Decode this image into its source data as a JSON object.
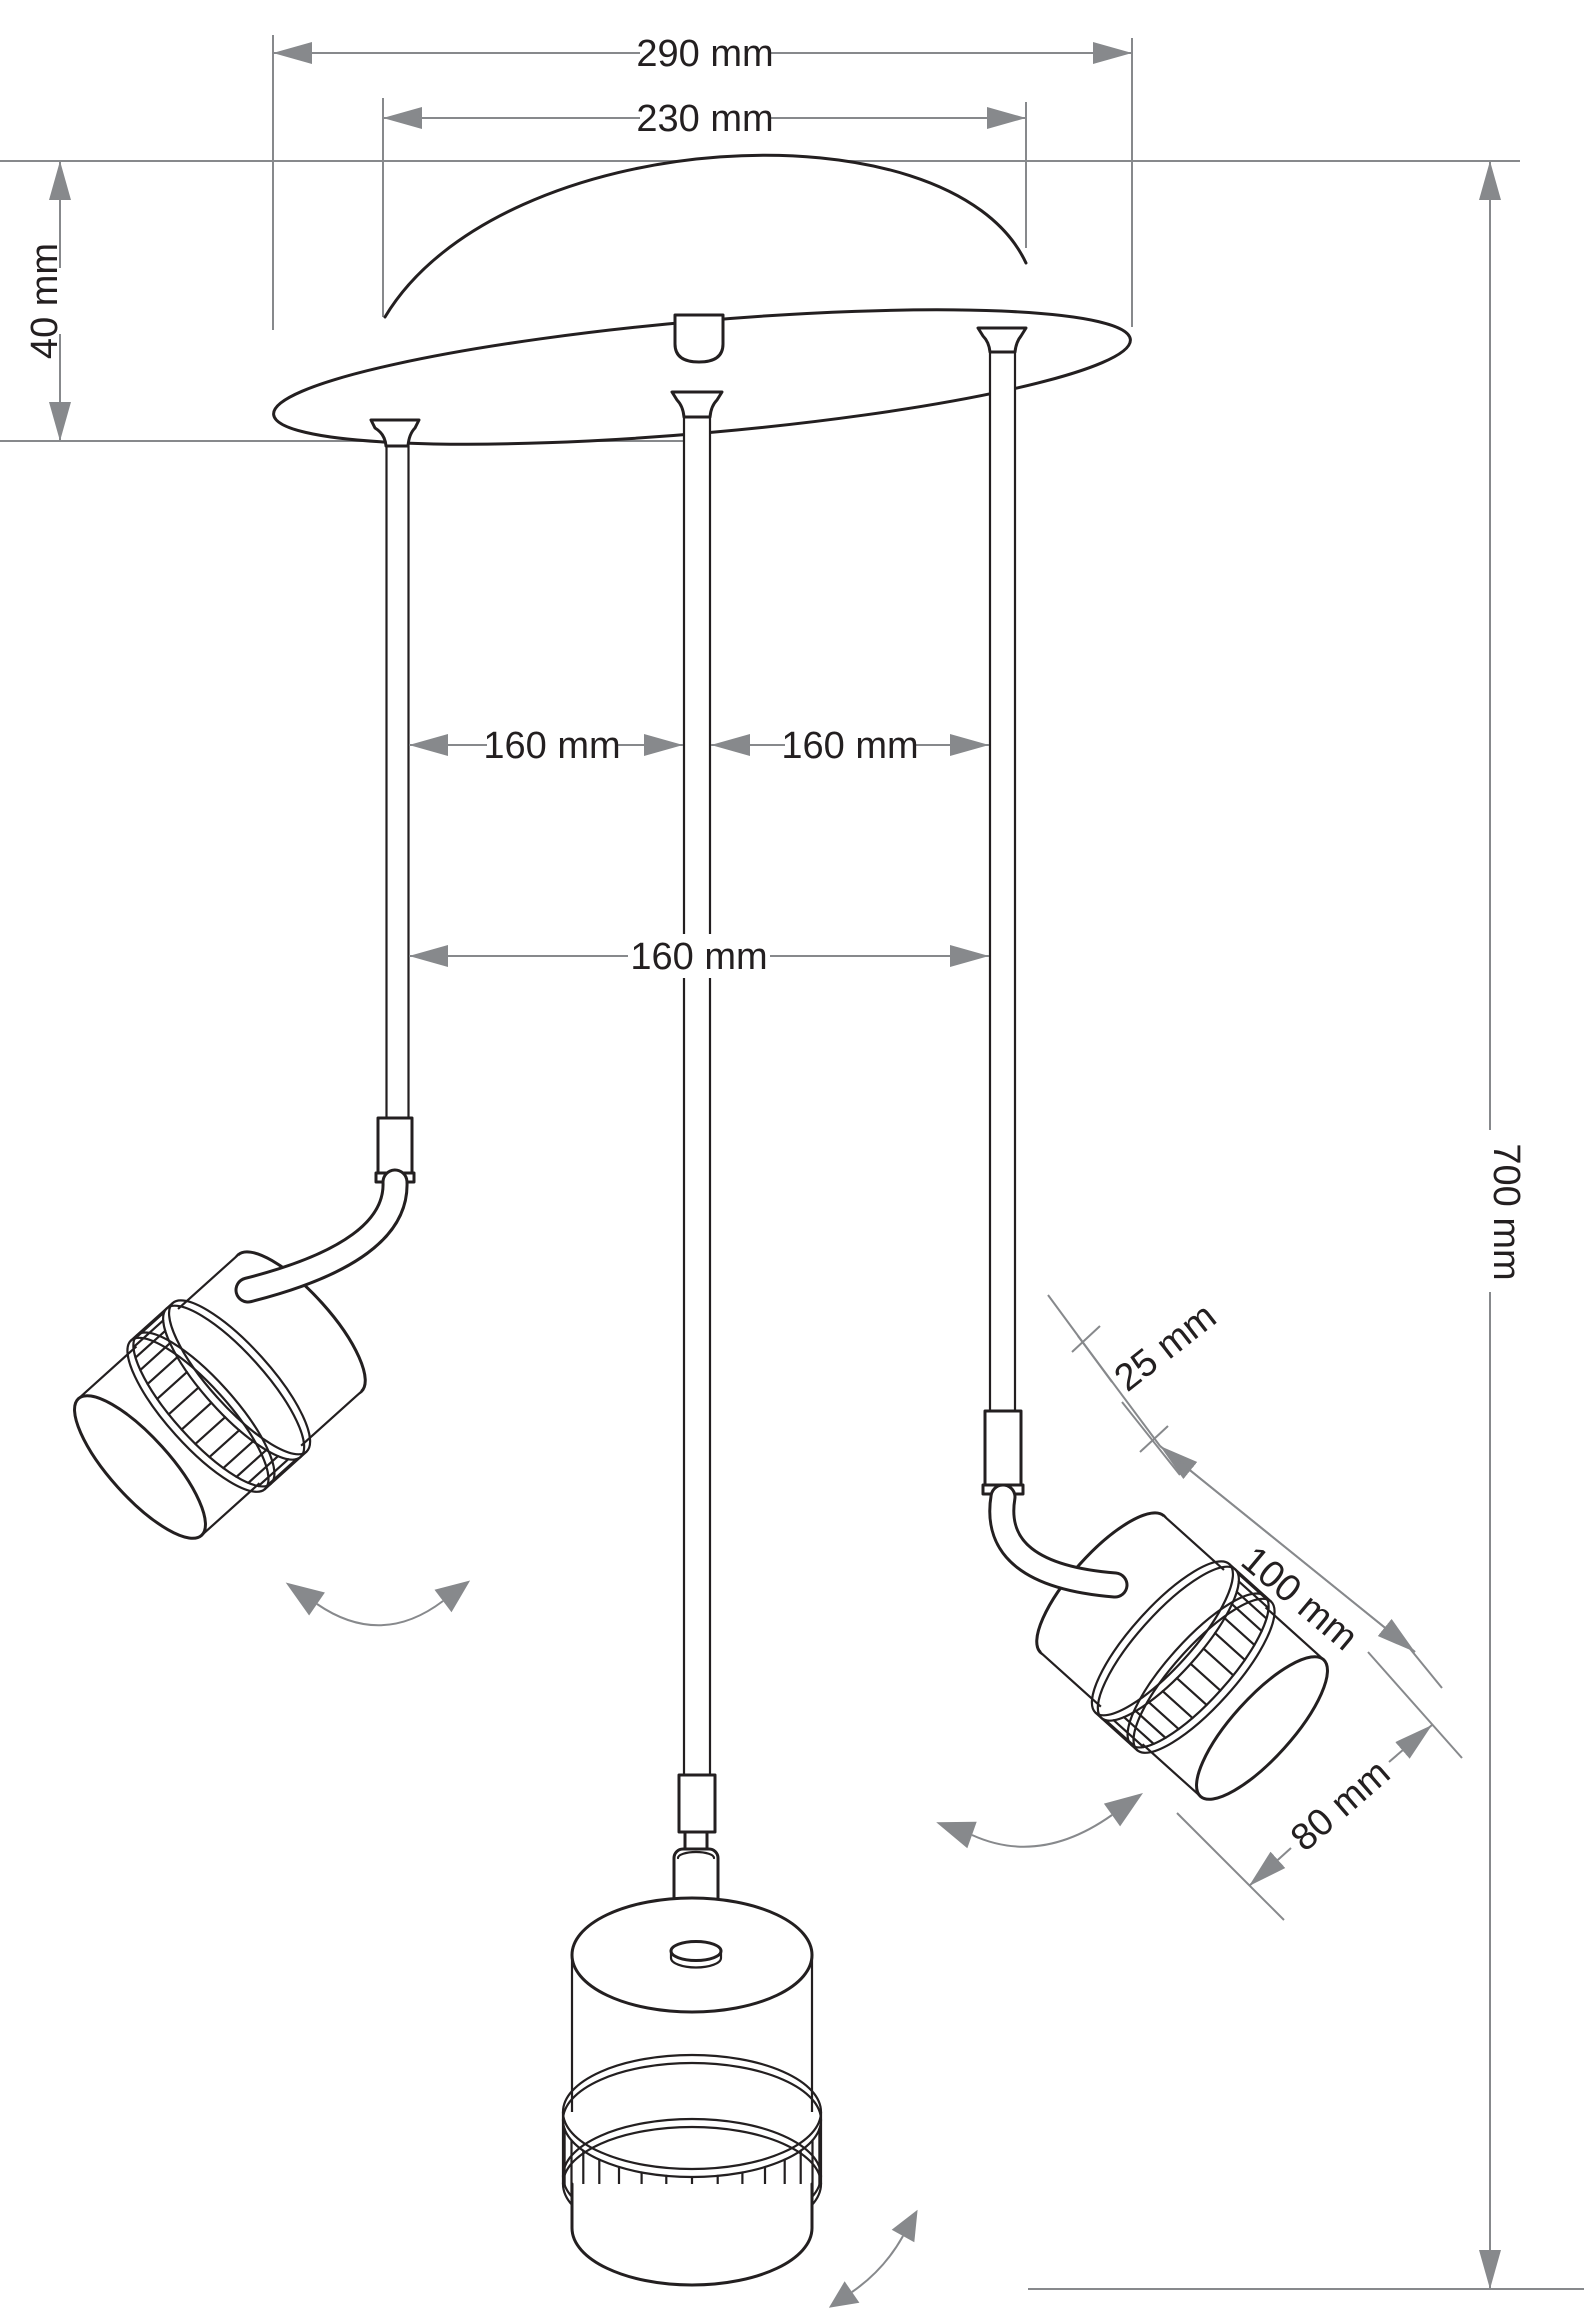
{
  "drawing": {
    "title": "3-light pendant spotlight - dimensioned technical drawing",
    "colors": {
      "ink": "#231f20",
      "dimension_gray": "#87898c",
      "background": "#ffffff"
    },
    "labels": {
      "canopy_diameter": "290 mm",
      "mount_circle_diameter": "230 mm",
      "canopy_height": "40 mm",
      "rod_spacing_left": "160 mm",
      "rod_spacing_right": "160 mm",
      "rod_spacing_outer": "160 mm",
      "total_drop": "700 mm",
      "joint_offset": "25 mm",
      "shade_diameter": "100 mm",
      "shade_depth": "80 mm"
    }
  }
}
